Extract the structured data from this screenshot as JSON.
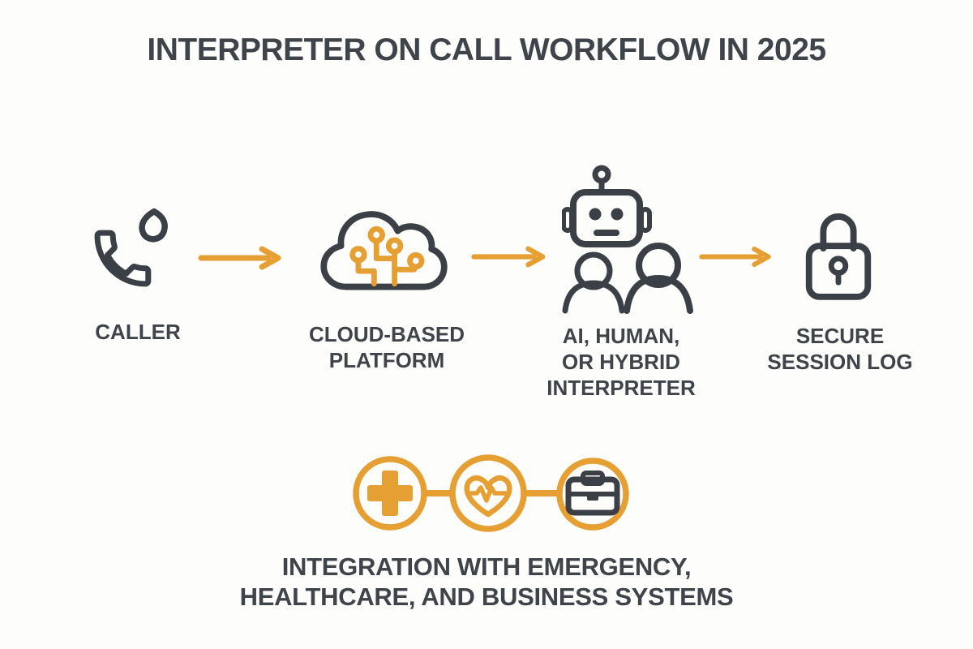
{
  "title": "INTERPRETER ON CALL WORKFLOW IN 2025",
  "colors": {
    "accent_orange": "#e69f33",
    "icon_dark": "#3a4045",
    "background": "#fdfdfb"
  },
  "workflow": {
    "nodes": [
      {
        "icon": "phone-call-icon",
        "label": "CALLER"
      },
      {
        "icon": "cloud-circuit-icon",
        "label": "CLOUD-BASED\nPLATFORM"
      },
      {
        "icon": "robot-and-people-icon",
        "label": "AI, HUMAN,\nOR HYBRID\nINTERPRETER"
      },
      {
        "icon": "padlock-icon",
        "label": "SECURE\nSESSION LOG"
      }
    ],
    "connector_icon": "arrow-right-icon"
  },
  "integration": {
    "icons": [
      "medical-cross-icon",
      "heart-pulse-icon",
      "briefcase-icon"
    ],
    "caption": "INTEGRATION WITH EMERGENCY,\nHEALTHCARE, AND BUSINESS SYSTEMS"
  }
}
